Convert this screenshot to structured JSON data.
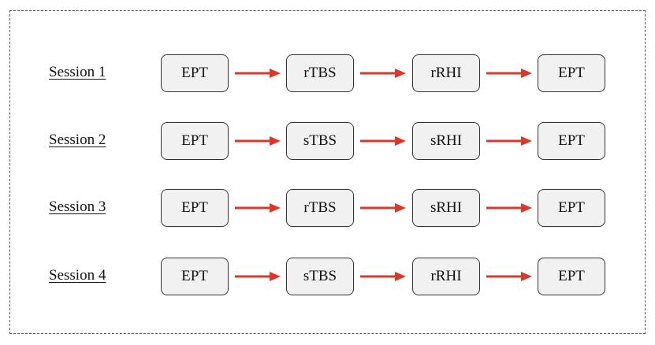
{
  "sessions": [
    {
      "label": "Session 1",
      "steps": [
        "EPT",
        "rTBS",
        "rRHI",
        "EPT"
      ]
    },
    {
      "label": "Session 2",
      "steps": [
        "EPT",
        "sTBS",
        "sRHI",
        "EPT"
      ]
    },
    {
      "label": "Session 3",
      "steps": [
        "EPT",
        "rTBS",
        "sRHI",
        "EPT"
      ]
    },
    {
      "label": "Session 4",
      "steps": [
        "EPT",
        "sTBS",
        "rRHI",
        "EPT"
      ]
    }
  ],
  "colors": {
    "arrow": "#d9382a",
    "box_fill": "#f1f1f1",
    "box_border": "#333333",
    "frame_border": "#555555"
  }
}
